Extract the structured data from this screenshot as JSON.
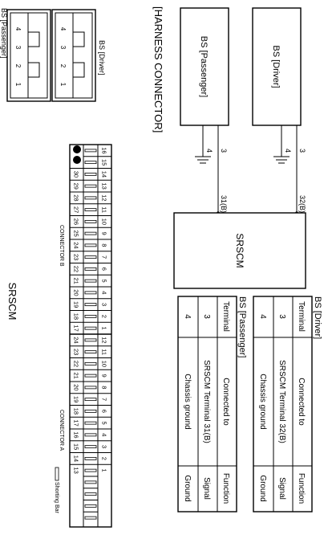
{
  "harness": {
    "title": "[HARNESS CONNECTOR]",
    "connectors": [
      {
        "label": "BS [Driver]",
        "pins": [
          "4",
          "3",
          "2",
          "1"
        ]
      },
      {
        "label": "BS [Passenger]",
        "pins": [
          "4",
          "3",
          "2",
          "1"
        ]
      }
    ]
  },
  "schematic": {
    "driver_box": "BS [Driver]",
    "passenger_box": "BS [Passenger]",
    "srscm_box": "SRSCM",
    "driver_pins": {
      "ground": "4",
      "signal": "3"
    },
    "passenger_pins": {
      "ground": "4",
      "signal": "3"
    },
    "driver_terminal": "32(B)",
    "passenger_terminal": "31(B)"
  },
  "tables": [
    {
      "title": "BS [Driver]",
      "headers": [
        "Terminal",
        "Connected to",
        "Function"
      ],
      "rows": [
        [
          "3",
          "SRSCM Terminal 32(B)",
          "Signal"
        ],
        [
          "4",
          "Chassis ground",
          "Ground"
        ]
      ]
    },
    {
      "title": "BS [Passenger]",
      "headers": [
        "Terminal",
        "Connected to",
        "Function"
      ],
      "rows": [
        [
          "3",
          "SRSCM Terminal 31(B)",
          "Signal"
        ],
        [
          "4",
          "Chassis ground",
          "Ground"
        ]
      ]
    }
  ],
  "srscm_connector": {
    "title": "SRSCM",
    "connector_b_label": "CONNECTOR B",
    "connector_a_label": "CONNECTOR A",
    "shorting_bar_label": "Shorting Bar",
    "b_top": [
      "16",
      "15",
      "14",
      "13",
      "12",
      "11",
      "10",
      "9",
      "8",
      "7",
      "6",
      "5",
      "4",
      "3",
      "2",
      "1"
    ],
    "b_bottom": [
      "30",
      "29",
      "28",
      "27",
      "26",
      "25",
      "24",
      "23",
      "22",
      "21",
      "20",
      "19",
      "18",
      "17"
    ],
    "a_top": [
      "12",
      "11",
      "10",
      "9",
      "8",
      "7",
      "6",
      "5",
      "4",
      "3",
      "2",
      "1"
    ],
    "a_bottom": [
      "24",
      "23",
      "22",
      "21",
      "20",
      "19",
      "18",
      "17",
      "16",
      "15",
      "14",
      "13"
    ]
  }
}
